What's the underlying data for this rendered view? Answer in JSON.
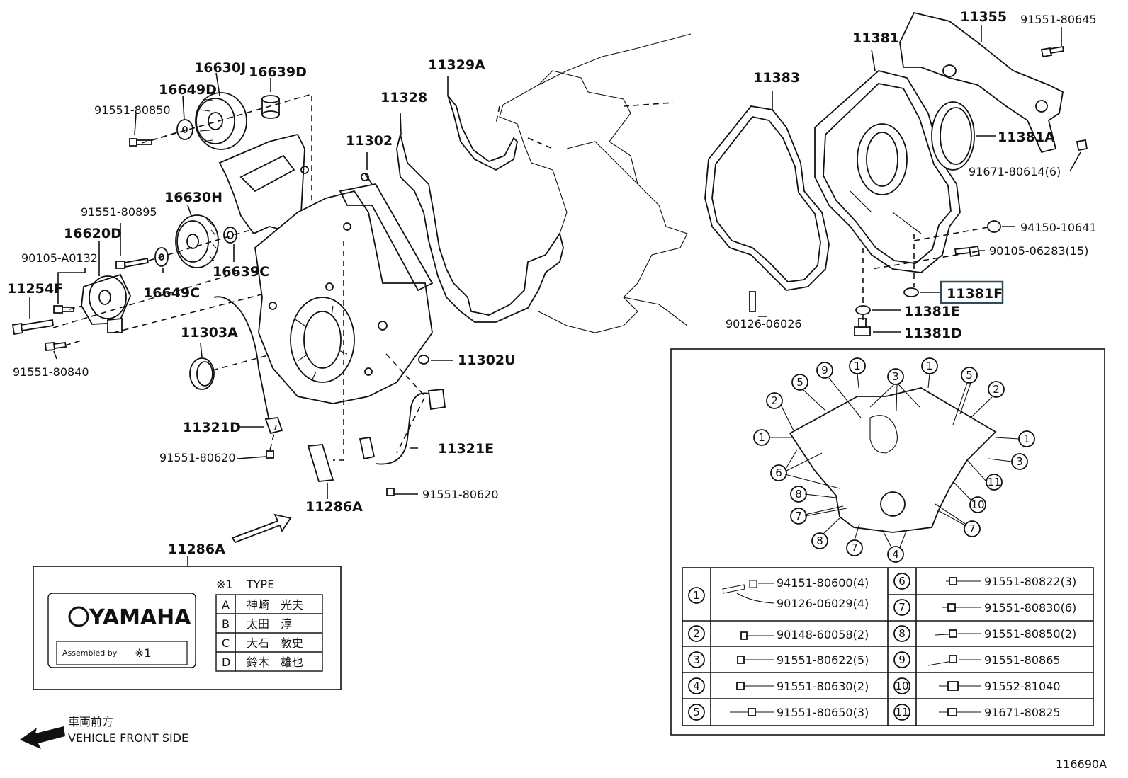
{
  "diagram_id": "116690A",
  "labels": {
    "l16630J": "16630J",
    "l16639D": "16639D",
    "l16649D": "16649D",
    "l91551_80850": "91551-80850",
    "l16630H": "16630H",
    "l91551_80895": "91551-80895",
    "l16620D": "16620D",
    "l90105_A0132": "90105-A0132",
    "l11254F": "11254F",
    "l16649C": "16649C",
    "l16639C": "16639C",
    "l91551_80840": "91551-80840",
    "l11303A": "11303A",
    "l11321D": "11321D",
    "l91551_80620a": "91551-80620",
    "l11286A_a": "11286A",
    "l91551_80620b": "91551-80620",
    "l11321E": "11321E",
    "l11302U": "11302U",
    "l11302": "11302",
    "l11328": "11328",
    "l11329A": "11329A",
    "l11383": "11383",
    "l11381": "11381",
    "l11355": "11355",
    "l91551_80645": "91551-80645",
    "l11381A": "11381A",
    "l91671_80614": "91671-80614(6)",
    "l94150_10641": "94150-10641",
    "l90105_06283": "90105-06283(15)",
    "l11381F": "11381F",
    "l11381E": "11381E",
    "l11381D": "11381D",
    "l90126_06026": "90126-06026",
    "l11286A_b": "11286A"
  },
  "label_panel": {
    "brand": "YAMAHA",
    "assembled_by": "Assembled by",
    "assembled_mark": "※1",
    "type_header_mark": "※1",
    "type_header": "TYPE",
    "rows": [
      {
        "code": "A",
        "name": "神崎　光夫"
      },
      {
        "code": "B",
        "name": "太田　淳"
      },
      {
        "code": "C",
        "name": "大石　敦史"
      },
      {
        "code": "D",
        "name": "鈴木　雄也"
      }
    ]
  },
  "vehicle_front": {
    "jp": "車両前方",
    "en": "VEHICLE FRONT SIDE"
  },
  "bolt_callouts": [
    "1",
    "2",
    "3",
    "4",
    "5",
    "6",
    "7",
    "8",
    "9",
    "10",
    "11"
  ],
  "bolt_table": {
    "left": [
      {
        "num": "1",
        "parts": [
          "94151-80600(4)",
          "90126-06029(4)"
        ]
      },
      {
        "num": "2",
        "parts": [
          "90148-60058(2)"
        ]
      },
      {
        "num": "3",
        "parts": [
          "91551-80622(5)"
        ]
      },
      {
        "num": "4",
        "parts": [
          "91551-80630(2)"
        ]
      },
      {
        "num": "5",
        "parts": [
          "91551-80650(3)"
        ]
      }
    ],
    "right": [
      {
        "num": "6",
        "parts": [
          "91551-80822(3)"
        ]
      },
      {
        "num": "7",
        "parts": [
          "91551-80830(6)"
        ]
      },
      {
        "num": "8",
        "parts": [
          "91551-80850(2)"
        ]
      },
      {
        "num": "9",
        "parts": [
          "91551-80865"
        ]
      },
      {
        "num": "10",
        "parts": [
          "91552-81040"
        ]
      },
      {
        "num": "11",
        "parts": [
          "91671-80825"
        ]
      }
    ]
  }
}
